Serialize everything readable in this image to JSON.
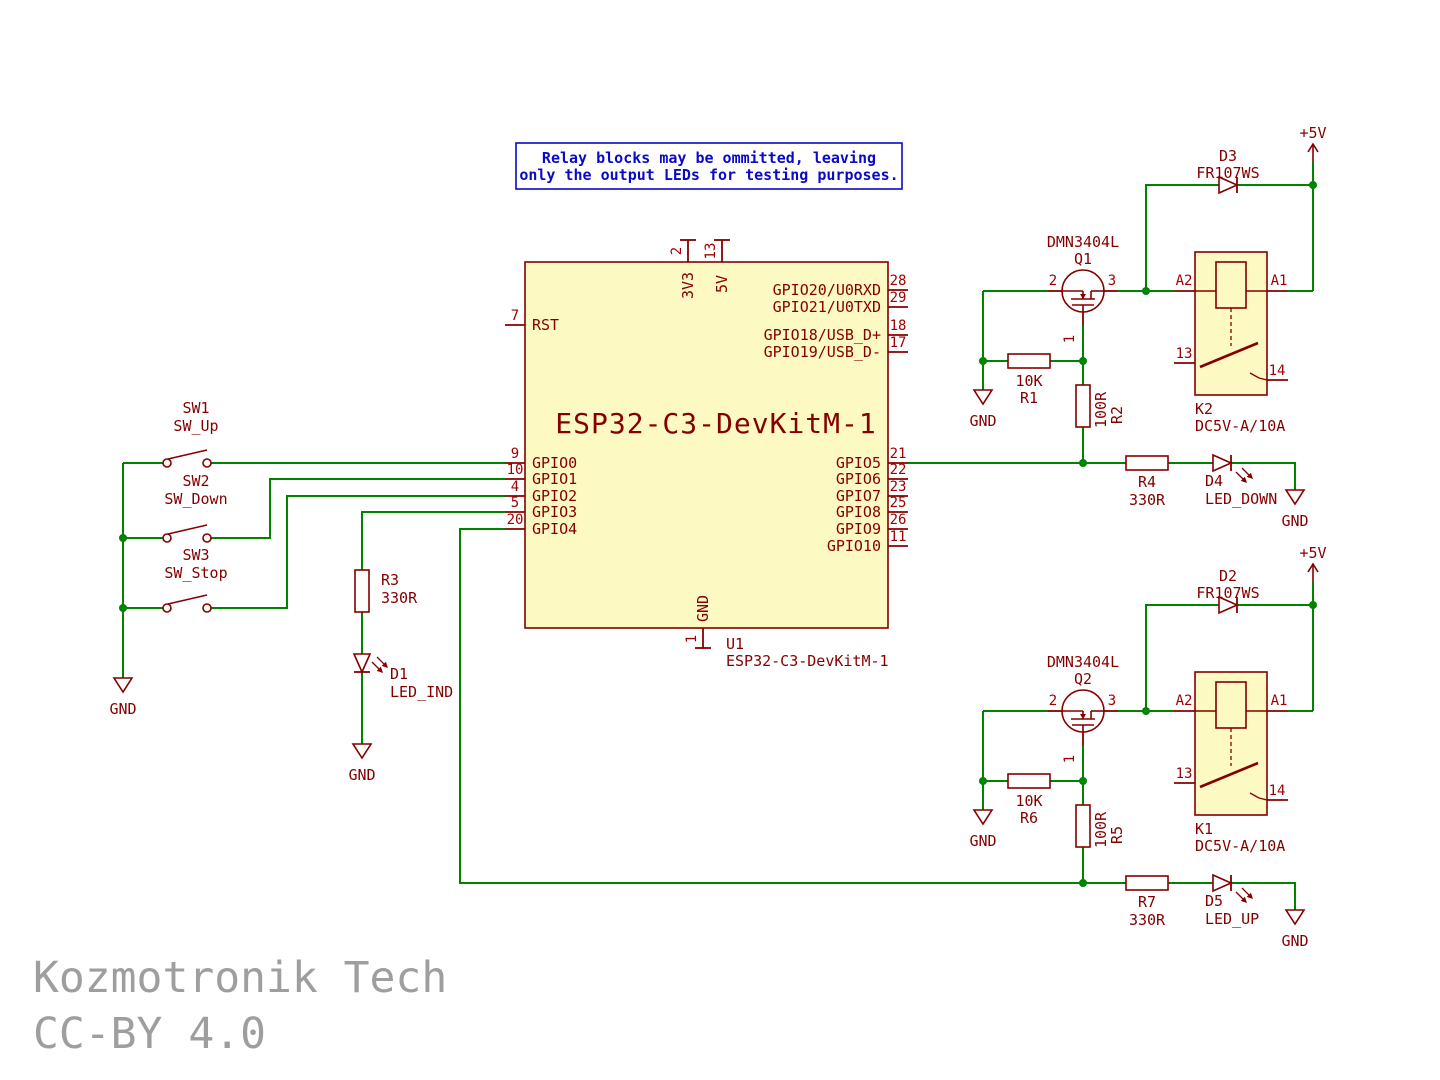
{
  "note": {
    "line1": "Relay blocks may be ommitted, leaving",
    "line2": "only the output LEDs for testing purposes."
  },
  "u1": {
    "ref": "U1",
    "value": "ESP32-C3-DevKitM-1",
    "title": "ESP32-C3-DevKitM-1",
    "pins": {
      "rst": {
        "num": "7",
        "name": "RST"
      },
      "left": [
        {
          "num": "9",
          "name": "GPIO0"
        },
        {
          "num": "10",
          "name": "GPIO1"
        },
        {
          "num": "4",
          "name": "GPIO2"
        },
        {
          "num": "5",
          "name": "GPIO3"
        },
        {
          "num": "20",
          "name": "GPIO4"
        }
      ],
      "right_top": [
        {
          "num": "28",
          "name": "GPIO20/U0RXD"
        },
        {
          "num": "29",
          "name": "GPIO21/U0TXD"
        },
        {
          "num": "18",
          "name": "GPIO18/USB_D+"
        },
        {
          "num": "17",
          "name": "GPIO19/USB_D-"
        }
      ],
      "right": [
        {
          "num": "21",
          "name": "GPIO5"
        },
        {
          "num": "22",
          "name": "GPIO6"
        },
        {
          "num": "23",
          "name": "GPIO7"
        },
        {
          "num": "25",
          "name": "GPIO8"
        },
        {
          "num": "26",
          "name": "GPIO9"
        },
        {
          "num": "11",
          "name": "GPIO10"
        }
      ],
      "top": [
        {
          "num": "2",
          "name": "3V3"
        },
        {
          "num": "13",
          "name": "5V"
        }
      ],
      "bottom": {
        "num": "1",
        "name": "GND"
      }
    }
  },
  "switches": [
    {
      "ref": "SW1",
      "value": "SW_Up"
    },
    {
      "ref": "SW2",
      "value": "SW_Down"
    },
    {
      "ref": "SW3",
      "value": "SW_Stop"
    }
  ],
  "resistors": {
    "r1": {
      "ref": "R1",
      "value": "10K"
    },
    "r2": {
      "ref": "R2",
      "value": "100R"
    },
    "r3": {
      "ref": "R3",
      "value": "330R"
    },
    "r4": {
      "ref": "R4",
      "value": "330R"
    },
    "r5": {
      "ref": "R5",
      "value": "100R"
    },
    "r6": {
      "ref": "R6",
      "value": "10K"
    },
    "r7": {
      "ref": "R7",
      "value": "330R"
    }
  },
  "diodes": {
    "d1": {
      "ref": "D1",
      "value": "LED_IND"
    },
    "d2": {
      "ref": "D2",
      "value": "FR107WS"
    },
    "d3": {
      "ref": "D3",
      "value": "FR107WS"
    },
    "d4": {
      "ref": "D4",
      "value": "LED_DOWN"
    },
    "d5": {
      "ref": "D5",
      "value": "LED_UP"
    }
  },
  "transistors": {
    "q1": {
      "ref": "Q1",
      "value": "DMN3404L",
      "pins": {
        "gate": "1",
        "source": "2",
        "drain": "3"
      }
    },
    "q2": {
      "ref": "Q2",
      "value": "DMN3404L",
      "pins": {
        "gate": "1",
        "source": "2",
        "drain": "3"
      }
    }
  },
  "relays": {
    "k2": {
      "ref": "K2",
      "value": "DC5V-A/10A",
      "pins": {
        "a1": "A1",
        "a2": "A2",
        "p13": "13",
        "p14": "14"
      }
    },
    "k1": {
      "ref": "K1",
      "value": "DC5V-A/10A",
      "pins": {
        "a1": "A1",
        "a2": "A2",
        "p13": "13",
        "p14": "14"
      }
    }
  },
  "power": {
    "plus5v": "+5V",
    "gnd": "GND"
  },
  "credit": {
    "line1": "Kozmotronik Tech",
    "line2": "CC-BY 4.0"
  }
}
